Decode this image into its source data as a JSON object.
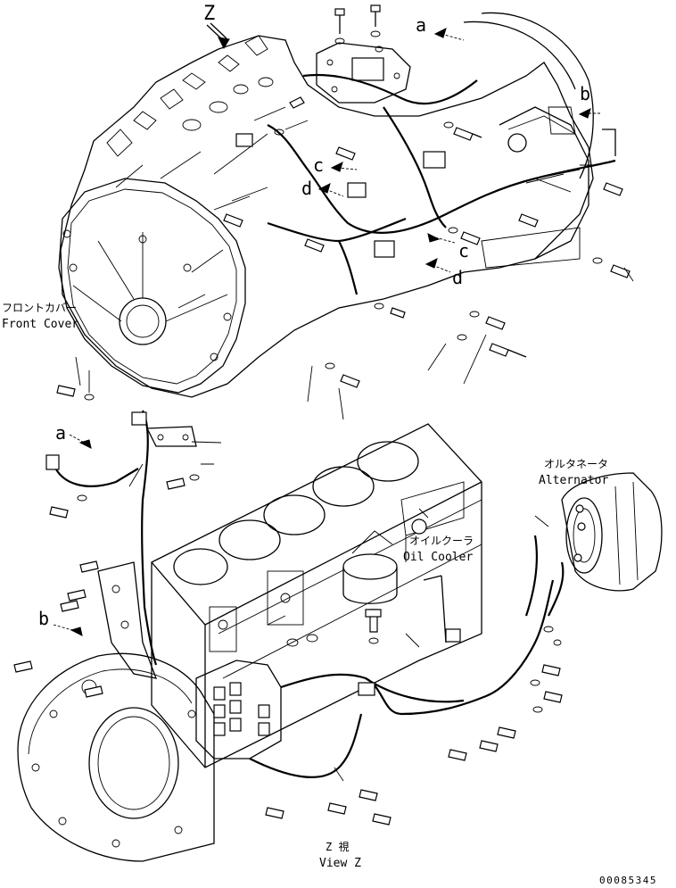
{
  "view_marker": "Z",
  "refs": {
    "a_top": "a",
    "b_top": "b",
    "c_top": "c",
    "d_mid": "d",
    "c_mid": "c",
    "d_right": "d",
    "a_lower": "a",
    "b_lower": "b"
  },
  "front_cover": {
    "jp": "フロントカバー",
    "en": "Front Cover"
  },
  "alternator": {
    "jp": "オルタネータ",
    "en": "Alternator"
  },
  "oil_cooler": {
    "jp": "オイルクーラ",
    "en": "Oil Cooler"
  },
  "view_caption": {
    "jp": "Z 視",
    "en": "View Z"
  },
  "drawing_number": "00085345"
}
